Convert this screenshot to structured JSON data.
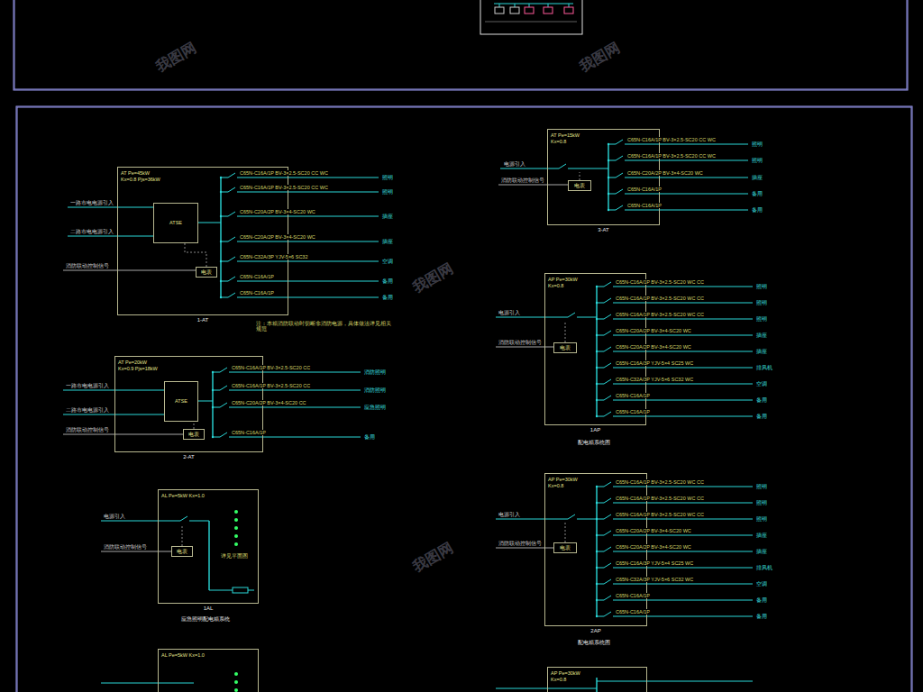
{
  "diagram": {
    "nodes": [
      {
        "text": [
          "AT Pe=45kW Kx=0.8 Pjs=36kW",
          "1-AT"
        ]
      },
      {
        "text": [
          "ATSE"
        ],
        "in": 0
      },
      {
        "text": [
          "电表"
        ],
        "in": 0
      },
      {
        "text": [
          "AT Pe=20kW Kx=0.9 Pjs=18kW",
          "2-AT"
        ]
      },
      {
        "text": [
          "ATSE"
        ],
        "in": 3
      },
      {
        "text": [
          "电表"
        ],
        "in": 3
      },
      {
        "text": [
          "AL Pe=5kW Kx=1.0",
          "1AL"
        ]
      },
      {
        "text": [
          "电表"
        ],
        "in": 6
      },
      {
        "text": [
          "AL Pe=5kW Kx=1.0"
        ]
      },
      {
        "text": [
          "AT Pe=15kW Kx=0.8",
          "3-AT"
        ]
      },
      {
        "text": [
          "电表"
        ],
        "in": 9
      },
      {
        "text": [
          "AP Pe=30kW Kx=0.8",
          "1AP"
        ]
      },
      {
        "text": [
          "电表"
        ],
        "in": 11
      },
      {
        "text": [
          "AP Pe=30kW Kx=0.8",
          "2AP"
        ]
      },
      {
        "text": [
          "电表"
        ],
        "in": 13
      },
      {
        "text": [
          "AP Pe=30kW Kx=0.8"
        ]
      }
    ],
    "labels": [
      "C65N-C16A/1P BV-3×2.5-SC20 CC WC",
      "照明",
      "C65N-C16A/1P BV-3×2.5-SC20 CC WC",
      "照明",
      "C65N-C20A/2P BV-3×4-SC20 WC",
      "插座",
      "C65N-C20A/2P BV-3×4-SC20 WC",
      "插座",
      "C65N-C32A/3P YJV-5×6 SC32",
      "空调",
      "C65N-C16A/1P",
      "备用",
      "C65N-C16A/1P",
      "备用",
      "C65N-C16A/1P BV-3×2.5-SC20 CC",
      "消防照明",
      "C65N-C16A/1P BV-3×2.5-SC20 CC",
      "消防照明",
      "C65N-C20A/2P BV-3×4-SC20 CC",
      "应急照明",
      "C65N-C16A/1P",
      "备用",
      "C65N-C16A/1P BV-3×2.5-SC20 CC WC",
      "照明",
      "C65N-C16A/1P BV-3×2.5-SC20 CC WC",
      "照明",
      "C65N-C20A/2P BV-3×4-SC20 WC",
      "插座",
      "C65N-C16A/1P",
      "备用",
      "C65N-C16A/1P",
      "备用",
      "C65N-C16A/1P BV-3×2.5-SC20 WC CC",
      "照明",
      "C65N-C16A/1P BV-3×2.5-SC20 WC CC",
      "照明",
      "C65N-C16A/1P BV-3×2.5-SC20 WC CC",
      "照明",
      "C65N-C20A/2P BV-3×4-SC20 WC",
      "插座",
      "C65N-C20A/2P BV-3×4-SC20 WC",
      "插座",
      "C65N-C16A/3P YJV-5×4 SC25 WC",
      "排风机",
      "C65N-C32A/3P YJV-5×6 SC32 WC",
      "空调",
      "C65N-C16A/1P",
      "备用",
      "C65N-C16A/1P",
      "备用",
      "C65N-C16A/1P BV-3×2.5-SC20 WC CC",
      "照明",
      "C65N-C16A/1P BV-3×2.5-SC20 WC CC",
      "照明",
      "C65N-C16A/1P BV-3×2.5-SC20 WC CC",
      "照明",
      "C65N-C20A/2P BV-3×4-SC20 WC",
      "插座",
      "C65N-C20A/2P BV-3×4-SC20 WC",
      "插座",
      "C65N-C16A/3P YJV-5×4 SC25 WC",
      "排风机",
      "C65N-C32A/3P YJV-5×6 SC32 WC",
      "空调",
      "C65N-C16A/1P",
      "备用",
      "C65N-C16A/1P",
      "备用",
      "一路市电电源引入",
      "二路市电电源引入",
      "消防联动控制信号",
      "一路市电电源引入",
      "二路市电电源引入",
      "消防联动控制信号",
      "电源引入",
      "消防联动控制信号",
      "电源引入",
      "消防联动控制信号",
      "电源引入",
      "消防联动控制信号",
      "电源引入",
      "消防联动控制信号",
      "注：本箱消防联动时切断非消防电源，具体做法详见相关规范",
      "详见平面图",
      "应急照明配电箱系统",
      "配电箱系统图",
      "配电箱系统图",
      "我图网",
      "我图网",
      "我图网",
      "我图网"
    ]
  }
}
